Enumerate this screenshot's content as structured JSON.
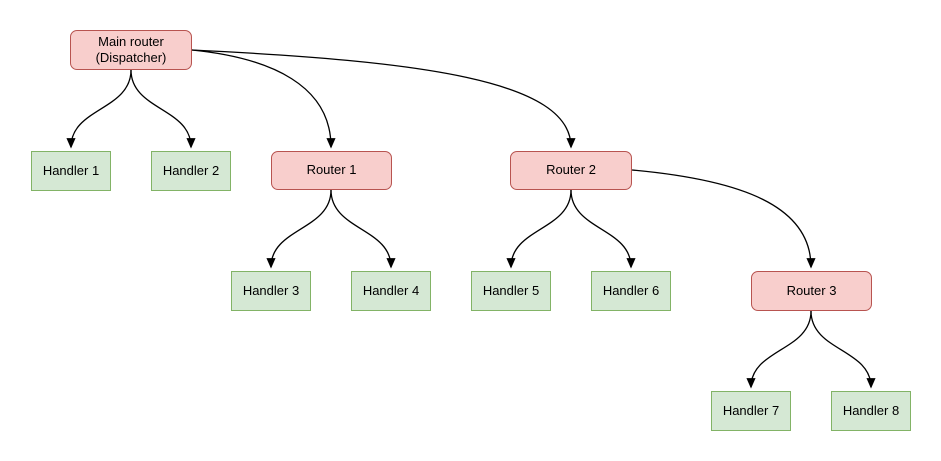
{
  "diagram": {
    "type": "tree-flow-diagram",
    "colors": {
      "router_fill": "#f8cecc",
      "router_border": "#b85450",
      "handler_fill": "#d5e8d4",
      "handler_border": "#82b366",
      "edge": "#000000"
    },
    "nodes": {
      "main_router": {
        "label": "Main router\n(Dispatcher)",
        "type": "router"
      },
      "router1": {
        "label": "Router 1",
        "type": "router"
      },
      "router2": {
        "label": "Router 2",
        "type": "router"
      },
      "router3": {
        "label": "Router 3",
        "type": "router"
      },
      "handler1": {
        "label": "Handler 1",
        "type": "handler"
      },
      "handler2": {
        "label": "Handler 2",
        "type": "handler"
      },
      "handler3": {
        "label": "Handler 3",
        "type": "handler"
      },
      "handler4": {
        "label": "Handler 4",
        "type": "handler"
      },
      "handler5": {
        "label": "Handler 5",
        "type": "handler"
      },
      "handler6": {
        "label": "Handler 6",
        "type": "handler"
      },
      "handler7": {
        "label": "Handler 7",
        "type": "handler"
      },
      "handler8": {
        "label": "Handler 8",
        "type": "handler"
      }
    },
    "edges": [
      {
        "from": "main_router",
        "to": "handler1"
      },
      {
        "from": "main_router",
        "to": "handler2"
      },
      {
        "from": "main_router",
        "to": "router1"
      },
      {
        "from": "main_router",
        "to": "router2"
      },
      {
        "from": "router1",
        "to": "handler3"
      },
      {
        "from": "router1",
        "to": "handler4"
      },
      {
        "from": "router2",
        "to": "handler5"
      },
      {
        "from": "router2",
        "to": "handler6"
      },
      {
        "from": "router2",
        "to": "router3"
      },
      {
        "from": "router3",
        "to": "handler7"
      },
      {
        "from": "router3",
        "to": "handler8"
      }
    ]
  }
}
